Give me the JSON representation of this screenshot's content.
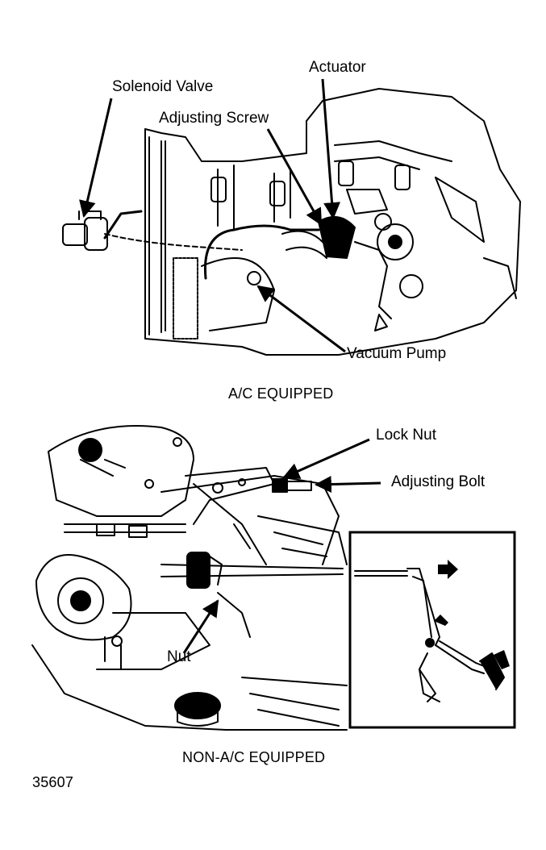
{
  "top_figure": {
    "caption": "A/C EQUIPPED",
    "labels": {
      "solenoid_valve": "Solenoid Valve",
      "adjusting_screw": "Adjusting Screw",
      "actuator": "Actuator",
      "vacuum_pump": "Vacuum Pump"
    }
  },
  "bottom_figure": {
    "caption": "NON-A/C EQUIPPED",
    "labels": {
      "lock_nut": "Lock Nut",
      "adjusting_bolt": "Adjusting Bolt",
      "nut": "Nut"
    }
  },
  "figure_number": "35607",
  "colors": {
    "ink": "#000000",
    "paper": "#ffffff"
  }
}
